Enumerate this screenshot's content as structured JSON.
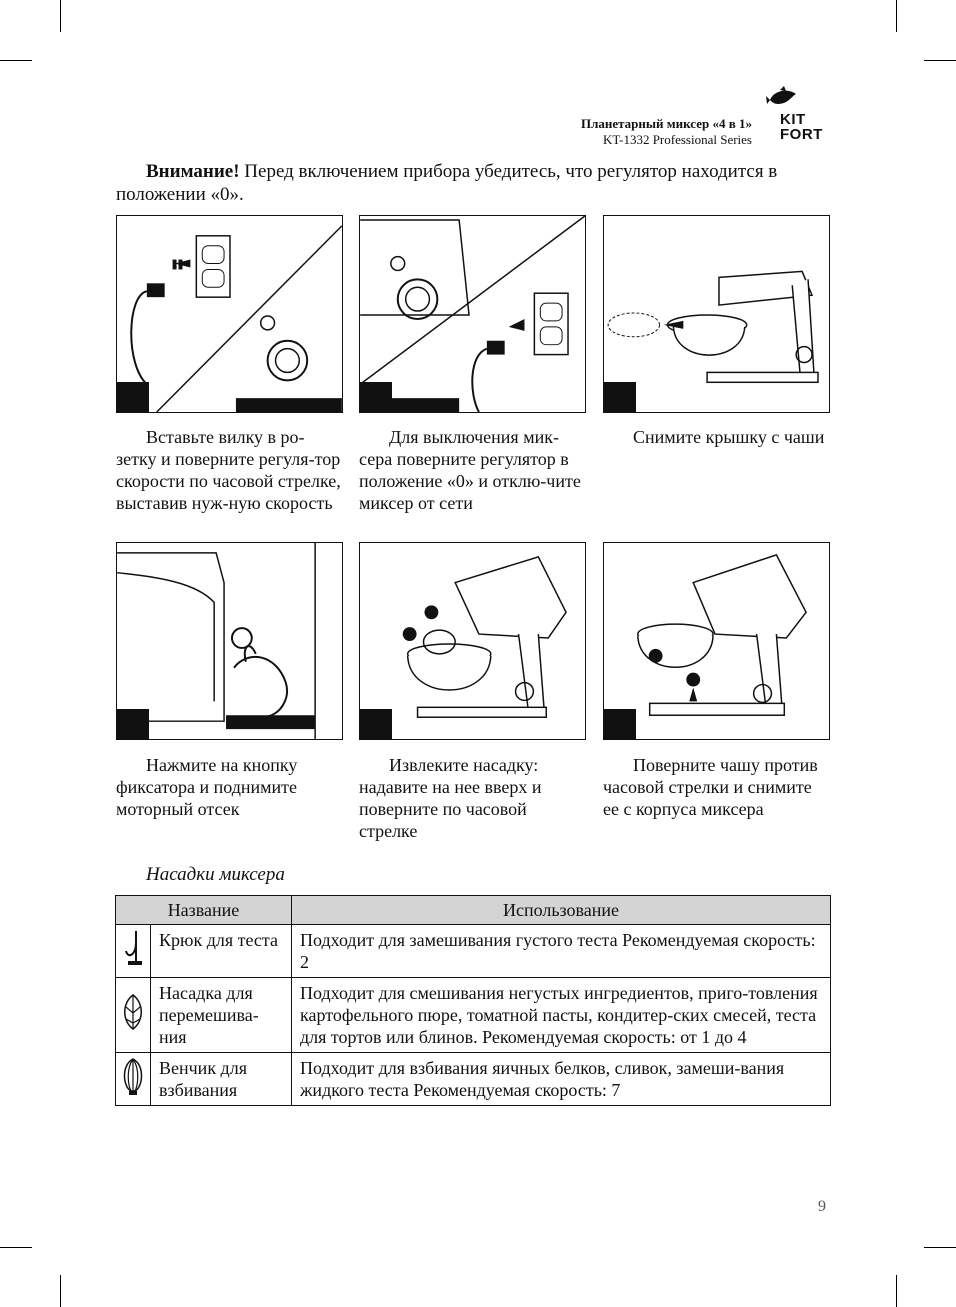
{
  "header": {
    "title": "Планетарный миксер «4 в 1»",
    "model": "KT-1332 Professional Series",
    "logo_line1": "KIT",
    "logo_line2": "FORT"
  },
  "warning": {
    "bold": "Внимание!",
    "text": " Перед включением прибора убедитесь, что регулятор находится в положении «0»."
  },
  "steps": [
    {
      "caption": "Вставьте вилку в ро-зетку и поверните регуля-тор скорости по часовой стрелке, выставив нуж-ную скорость"
    },
    {
      "caption": "Для выключения мик-сера поверните регулятор в положение «0» и отклю-чите миксер от сети"
    },
    {
      "caption": "Снимите крышку с чаши"
    },
    {
      "caption": "Нажмите на кнопку фиксатора и поднимите моторный отсек"
    },
    {
      "caption": "Извлеките насадку: надавите на нее вверх и поверните по часовой стрелке"
    },
    {
      "caption": "Поверните чашу против часовой стрелки и снимите ее с корпуса миксера"
    }
  ],
  "attachments": {
    "title": "Насадки миксера",
    "headers": [
      "Название",
      "Использование"
    ],
    "rows": [
      {
        "icon": "dough-hook-icon",
        "name": "Крюк для теста",
        "usage": "Подходит для замешивания густого теста Рекомендуемая скорость: 2"
      },
      {
        "icon": "mixing-beater-icon",
        "name": "Насадка для перемешива-ния",
        "usage": "Подходит для смешивания негустых ингредиентов, приго-товления картофельного пюре, томатной пасты, кондитер-ских смесей, теста для тортов или блинов. Рекомендуемая скорость: от 1 до 4"
      },
      {
        "icon": "whisk-icon",
        "name": "Венчик для взбивания",
        "usage": "Подходит для взбивания яичных белков, сливок, замеши-вания жидкого теста Рекомендуемая скорость: 7"
      }
    ]
  },
  "page_number": "9"
}
